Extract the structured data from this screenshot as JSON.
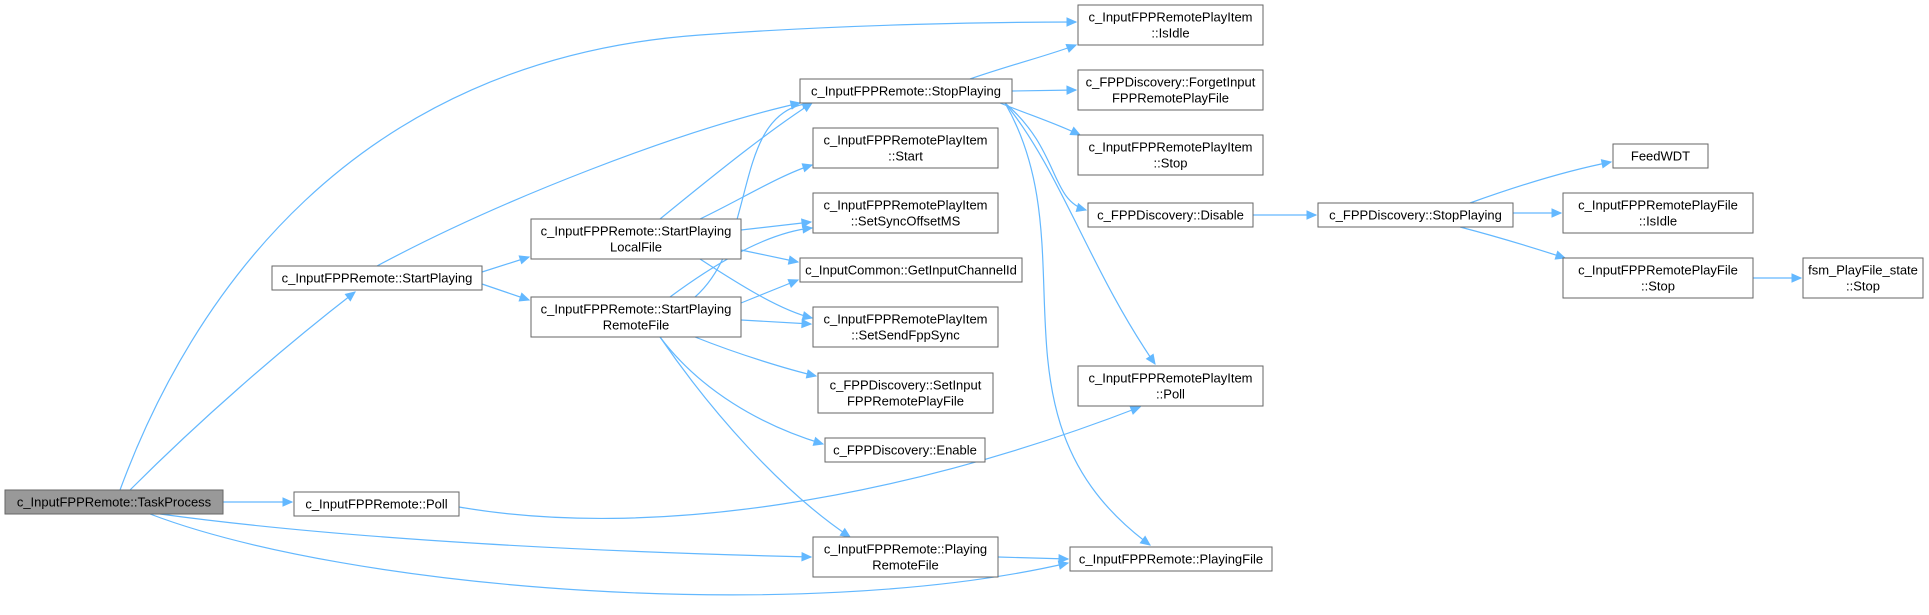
{
  "diagram": {
    "nodes": [
      {
        "id": "taskprocess",
        "lines": [
          "c_InputFPPRemote::TaskProcess"
        ],
        "root": true
      },
      {
        "id": "startplaying",
        "lines": [
          "c_InputFPPRemote::StartPlaying"
        ]
      },
      {
        "id": "poll",
        "lines": [
          "c_InputFPPRemote::Poll"
        ]
      },
      {
        "id": "startlocal",
        "lines": [
          "c_InputFPPRemote::StartPlaying",
          "LocalFile"
        ]
      },
      {
        "id": "startremote",
        "lines": [
          "c_InputFPPRemote::StartPlaying",
          "RemoteFile"
        ]
      },
      {
        "id": "stopplaying",
        "lines": [
          "c_InputFPPRemote::StopPlaying"
        ]
      },
      {
        "id": "itemstart",
        "lines": [
          "c_InputFPPRemotePlayItem",
          "::Start"
        ]
      },
      {
        "id": "syncoffset",
        "lines": [
          "c_InputFPPRemotePlayItem",
          "::SetSyncOffsetMS"
        ]
      },
      {
        "id": "getchannel",
        "lines": [
          "c_InputCommon::GetInputChannelId"
        ]
      },
      {
        "id": "sendfppsync",
        "lines": [
          "c_InputFPPRemotePlayItem",
          "::SetSendFppSync"
        ]
      },
      {
        "id": "setinput",
        "lines": [
          "c_FPPDiscovery::SetInput",
          "FPPRemotePlayFile"
        ]
      },
      {
        "id": "enable",
        "lines": [
          "c_FPPDiscovery::Enable"
        ]
      },
      {
        "id": "playingremote",
        "lines": [
          "c_InputFPPRemote::Playing",
          "RemoteFile"
        ]
      },
      {
        "id": "itemidle",
        "lines": [
          "c_InputFPPRemotePlayItem",
          "::IsIdle"
        ]
      },
      {
        "id": "forget",
        "lines": [
          "c_FPPDiscovery::ForgetInput",
          "FPPRemotePlayFile"
        ]
      },
      {
        "id": "itemstop",
        "lines": [
          "c_InputFPPRemotePlayItem",
          "::Stop"
        ]
      },
      {
        "id": "disable",
        "lines": [
          "c_FPPDiscovery::Disable"
        ]
      },
      {
        "id": "itempoll",
        "lines": [
          "c_InputFPPRemotePlayItem",
          "::Poll"
        ]
      },
      {
        "id": "playingfile",
        "lines": [
          "c_InputFPPRemote::PlayingFile"
        ]
      },
      {
        "id": "discstop",
        "lines": [
          "c_FPPDiscovery::StopPlaying"
        ]
      },
      {
        "id": "feedwdt",
        "lines": [
          "FeedWDT"
        ]
      },
      {
        "id": "fileidle",
        "lines": [
          "c_InputFPPRemotePlayFile",
          "::IsIdle"
        ]
      },
      {
        "id": "filestop",
        "lines": [
          "c_InputFPPRemotePlayFile",
          "::Stop"
        ]
      },
      {
        "id": "fsmstop",
        "lines": [
          "fsm_PlayFile_state",
          "::Stop"
        ]
      }
    ],
    "edges": [
      {
        "from": "taskprocess",
        "to": "itemidle"
      },
      {
        "from": "taskprocess",
        "to": "startplaying"
      },
      {
        "from": "taskprocess",
        "to": "poll"
      },
      {
        "from": "taskprocess",
        "to": "playingremote"
      },
      {
        "from": "taskprocess",
        "to": "playingfile"
      },
      {
        "from": "startplaying",
        "to": "stopplaying"
      },
      {
        "from": "startplaying",
        "to": "startlocal"
      },
      {
        "from": "startplaying",
        "to": "startremote"
      },
      {
        "from": "poll",
        "to": "itempoll"
      },
      {
        "from": "startlocal",
        "to": "stopplaying"
      },
      {
        "from": "startlocal",
        "to": "itemstart"
      },
      {
        "from": "startlocal",
        "to": "syncoffset"
      },
      {
        "from": "startlocal",
        "to": "getchannel"
      },
      {
        "from": "startlocal",
        "to": "sendfppsync"
      },
      {
        "from": "startremote",
        "to": "stopplaying"
      },
      {
        "from": "startremote",
        "to": "syncoffset"
      },
      {
        "from": "startremote",
        "to": "getchannel"
      },
      {
        "from": "startremote",
        "to": "sendfppsync"
      },
      {
        "from": "startremote",
        "to": "setinput"
      },
      {
        "from": "startremote",
        "to": "enable"
      },
      {
        "from": "startremote",
        "to": "playingremote"
      },
      {
        "from": "stopplaying",
        "to": "itemidle"
      },
      {
        "from": "stopplaying",
        "to": "forget"
      },
      {
        "from": "stopplaying",
        "to": "itemstop"
      },
      {
        "from": "stopplaying",
        "to": "disable"
      },
      {
        "from": "stopplaying",
        "to": "itempoll"
      },
      {
        "from": "stopplaying",
        "to": "playingfile"
      },
      {
        "from": "playingremote",
        "to": "playingfile"
      },
      {
        "from": "disable",
        "to": "discstop"
      },
      {
        "from": "discstop",
        "to": "feedwdt"
      },
      {
        "from": "discstop",
        "to": "fileidle"
      },
      {
        "from": "discstop",
        "to": "filestop"
      },
      {
        "from": "filestop",
        "to": "fsmstop"
      }
    ],
    "colors": {
      "edge": "#63b8ff",
      "root_fill": "#999999",
      "node_stroke": "#666666"
    }
  }
}
